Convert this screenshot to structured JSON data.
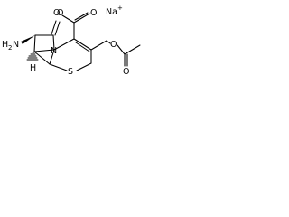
{
  "molecule": {
    "atoms": {
      "ring_oxygen": "O",
      "carboxylate_o1": "O",
      "carboxylate_o2": "O",
      "counter_ion": "Na",
      "counter_ion_charge": "+",
      "counter_ion_charge_type": "-",
      "amino_H": "H",
      "amino_sub": "2",
      "amino_N": "N",
      "lactam_N": "N",
      "beta_H": "H",
      "thio_S": "S",
      "ester_O": "O",
      "acetyl_O": "O"
    }
  }
}
